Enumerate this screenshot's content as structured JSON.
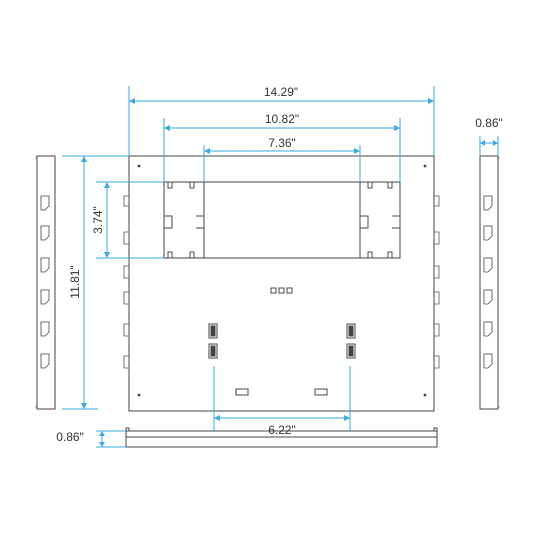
{
  "colors": {
    "dimension": "#3aa9e0",
    "outline": "#444444",
    "background": "#ffffff",
    "text": "#333333"
  },
  "dimensions": {
    "overall_width": "14.29\"",
    "inner_width": "10.82\"",
    "cutout_width": "7.36\"",
    "cutout_height": "3.74\"",
    "overall_height": "11.81\"",
    "bottom_spacing": "6.22\"",
    "side_depth": "0.86\"",
    "bottom_depth": "0.86\""
  }
}
